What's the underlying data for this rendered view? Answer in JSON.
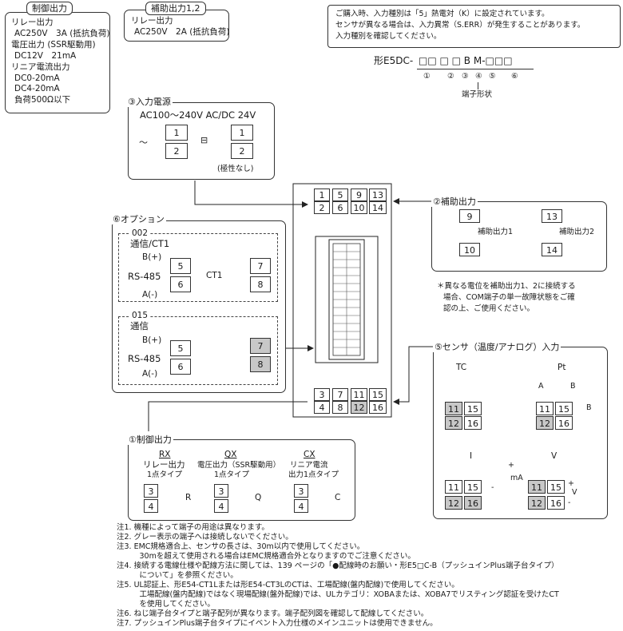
{
  "control_output_box": {
    "title": "制御出力",
    "lines": [
      "リレー出力",
      "AC250V　3A (抵抗負荷)",
      "電圧出力 (SSR駆動用)",
      "DC12V　21mA",
      "リニア電流出力",
      "DC0-20mA",
      "DC4-20mA",
      "負荷500Ω以下"
    ]
  },
  "aux_output_box": {
    "title": "補助出力1,2",
    "lines": [
      "リレー出力",
      "AC250V　2A (抵抗負荷)"
    ]
  },
  "purchase_note": {
    "lines": [
      "ご購入時、入力種別は「5」熱電対（K）に設定されています。",
      "センサが異なる場合は、入力異常（S.ERR）が発生することがあります。",
      "入力種別を確認してください。"
    ]
  },
  "model": {
    "prefix": "形E5DC-",
    "code": "□□ □ □ B M-□□□",
    "markers": [
      "①",
      "②",
      "③",
      "④",
      "⑤",
      "⑥"
    ],
    "terminal_label": "端子形状"
  },
  "power": {
    "title": "③入力電源",
    "voltage": "AC100～240V AC/DC 24V",
    "terminals": [
      "1",
      "2",
      "1",
      "2"
    ],
    "polarity_note": "(極性なし)"
  },
  "main_terminals": {
    "top": [
      "1",
      "2",
      "5",
      "6",
      "9",
      "10",
      "13",
      "14"
    ],
    "bottom": [
      "3",
      "4",
      "7",
      "8",
      "11",
      "12",
      "15",
      "16"
    ]
  },
  "aux_section": {
    "title": "②補助出力",
    "terminals": [
      "9",
      "10",
      "13",
      "14"
    ],
    "label1": "補助出力1",
    "label2": "補助出力2",
    "note_lines": [
      "＊異なる電位を補助出力1、2に接続する",
      "場合、COM端子の単一故障状態をご確",
      "認の上、ご使用ください。"
    ]
  },
  "options": {
    "title": "⑥オプション",
    "opt002": {
      "code": "002",
      "name": "通信/CT1",
      "b": "B(+)",
      "rs": "RS-485",
      "a": "A(-)",
      "ct": "CT1",
      "terminals": [
        "5",
        "6",
        "7",
        "8"
      ]
    },
    "opt015": {
      "code": "015",
      "name": "通信",
      "b": "B(+)",
      "rs": "RS-485",
      "a": "A(-)",
      "terminals": [
        "5",
        "6",
        "7",
        "8"
      ]
    }
  },
  "sensor": {
    "title": "⑤センサ（温度/アナログ）入力",
    "tc": "TC",
    "pt": "Pt",
    "i": "I",
    "v": "V",
    "pt_labels": [
      "A",
      "B",
      "B"
    ],
    "i_labels": [
      "+",
      "mA",
      "-"
    ],
    "v_labels": [
      "+",
      "V",
      "-"
    ],
    "terminals": [
      "11",
      "15",
      "12",
      "16"
    ]
  },
  "control_section": {
    "title": "①制御出力",
    "rx": {
      "code": "RX",
      "line1": "リレー出力",
      "line2": "1点タイプ",
      "load": "R"
    },
    "qx": {
      "code": "QX",
      "line1": "電圧出力（SSR駆動用）",
      "line2": "1点タイプ",
      "load": "Q"
    },
    "cx": {
      "code": "CX",
      "line1": "リニア電流",
      "line2": "出力1点タイプ",
      "load": "C"
    },
    "terminals": [
      "3",
      "4"
    ]
  },
  "notes": [
    "注1. 機種によって端子の用途は異なります。",
    "注2. グレー表示の端子へは接続しないでください。",
    "注3. EMC規格適合上、センサの長さは、30m以内で使用してください。",
    "　　　30mを超えて使用される場合はEMC規格適合外となりますのでご注意ください。",
    "注4. 接続する電線仕様や配線方法に関しては、139 ページの「●配線時のお願い・形E5□C-B（プッシュインPlus端子台タイプ）",
    "　　　について」を参照ください。",
    "注5. UL認証上、形E54-CT1Lまたは形E54-CT3LのCTは、工場配線(盤内配線)で使用してください。",
    "　　　工場配線(盤内配線)ではなく現場配線(盤外配線)では、ULカテゴリ：XOBAまたは、XOBA7でリスティング認証を受けたCT",
    "　　　を使用してください。",
    "注6. ねじ端子台タイプと端子配列が異なります。端子配列図を確認して配線してください。",
    "注7. プッシュインPlus端子台タイプにイベント入力仕様のメインユニットは使用できません。"
  ]
}
